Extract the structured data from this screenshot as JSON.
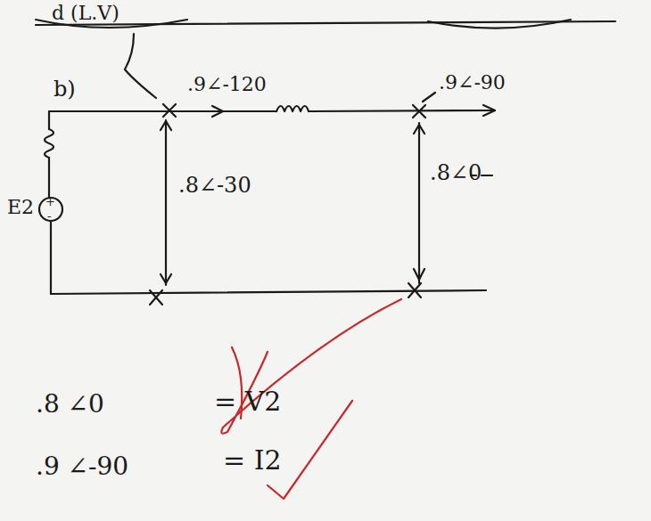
{
  "diagram": {
    "labels": [
      "d (L.V)",
      "b)",
      ".9∠-120",
      ".9∠-90",
      ".8∠-30",
      ".8∠0",
      "E2",
      "+",
      "-",
      ".8 ∠0",
      "= V2",
      ".9 ∠-90",
      "= I2"
    ]
  }
}
